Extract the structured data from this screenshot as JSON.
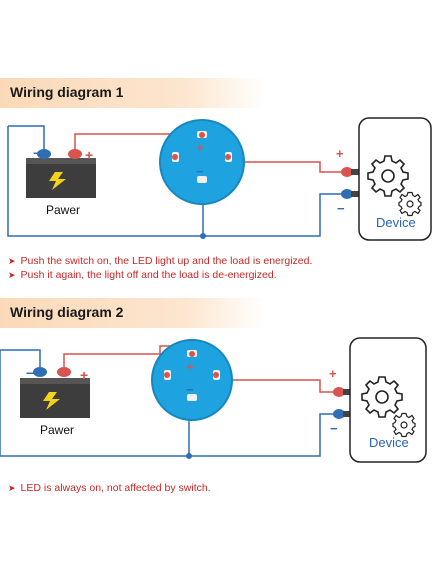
{
  "diagram1": {
    "title": "Wiring diagram 1",
    "battery_label": "Pawer",
    "device_label": "Device",
    "plus_symbol": "+",
    "minus_symbol": "−"
  },
  "notes1": [
    "Push the switch on, the LED light up and the load is energized.",
    "Push it again, the light off and the load is de-energized."
  ],
  "diagram2": {
    "title": "Wiring diagram 2",
    "battery_label": "Pawer",
    "device_label": "Device",
    "plus_symbol": "+",
    "minus_symbol": "−"
  },
  "notes2": [
    "LED is always on, not affected by switch."
  ],
  "colors": {
    "wire_positive": "#d9534f",
    "wire_negative": "#2f6db5",
    "switch_face": "#1fa3e0",
    "device_text": "#2a66b3",
    "note_text": "#c62828",
    "header_bg": "#fbd9b8"
  }
}
